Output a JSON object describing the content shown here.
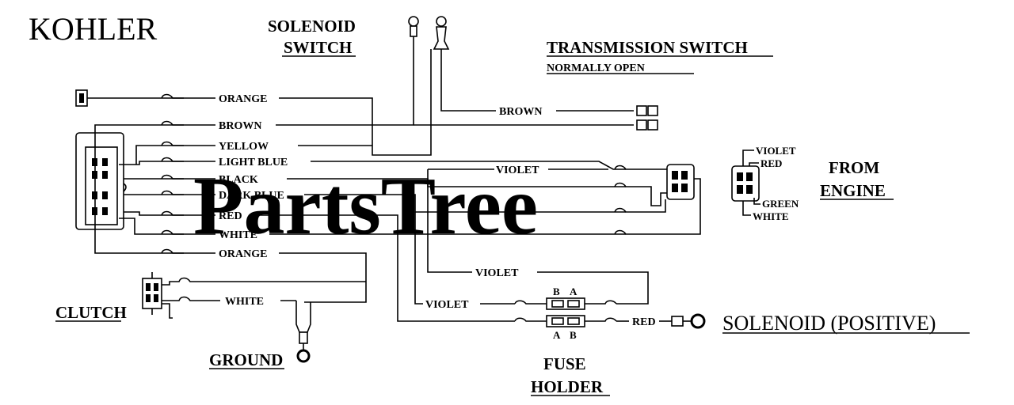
{
  "brand": "KOHLER",
  "watermark": "PartsTree",
  "components": {
    "solenoid_switch": [
      "SOLENOID",
      "SWITCH"
    ],
    "transmission_switch": "TRANSMISSION SWITCH",
    "transmission_note": "NORMALLY OPEN",
    "from_engine": [
      "FROM",
      "ENGINE"
    ],
    "clutch": "CLUTCH",
    "ground": "GROUND",
    "fuse_holder": [
      "FUSE",
      "HOLDER"
    ],
    "solenoid_positive": "SOLENOID  (POSITIVE)"
  },
  "harness_wires": [
    {
      "label": "ORANGE"
    },
    {
      "label": "BROWN"
    },
    {
      "label": "YELLOW"
    },
    {
      "label": "LIGHT BLUE"
    },
    {
      "label": "BLACK"
    },
    {
      "label": "DARK BLUE"
    },
    {
      "label": "RED"
    },
    {
      "label": "WHITE"
    },
    {
      "label": "ORANGE"
    }
  ],
  "other_wires": {
    "brown_transmission": "BROWN",
    "violet_engine": "VIOLET",
    "violet_loop": "VIOLET",
    "violet_fuse": "VIOLET",
    "white_clutch": "WHITE",
    "red_solenoid": "RED"
  },
  "engine_connector_pins": [
    "VIOLET",
    "RED",
    "GREEN",
    "WHITE"
  ],
  "fuse_terminals": {
    "top": [
      "B",
      "A"
    ],
    "bottom": [
      "A",
      "B"
    ]
  }
}
